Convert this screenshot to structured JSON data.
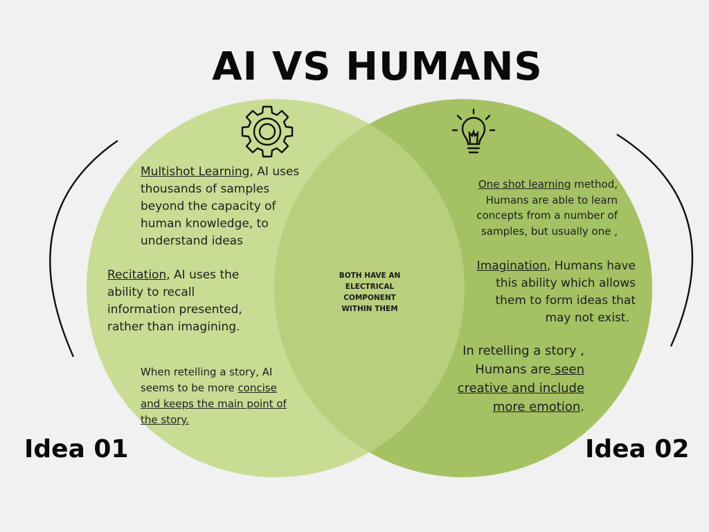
{
  "title": "AI VS HUMANS",
  "colors": {
    "left_circle": "#c8dc94",
    "right_circle": "#a4c164",
    "overlap": "#b8cf7e",
    "background": "#f0f1f0",
    "text": "#1e1e1e"
  },
  "left": {
    "idea_label": "Idea 01",
    "icon": "gear-icon",
    "multishot": {
      "term": "Multishot Learning",
      "rest_l1": ", AI uses",
      "l2": "thousands of samples",
      "l3": "beyond the capacity of",
      "l4": "human knowledge, to",
      "l5": "understand ideas"
    },
    "recitation": {
      "term": "Recitation",
      "rest_l1": ", AI uses the",
      "l2": "ability to recall",
      "l3": "information presented,",
      "l4": "rather than imagining."
    },
    "retelling": {
      "l1": "When retelling a story, AI",
      "l2_plain": "seems to be more ",
      "l2_u": "concise",
      "l3": "and keeps the main point of",
      "l4": "the story."
    }
  },
  "right": {
    "idea_label": "Idea 02",
    "icon": "lightbulb-icon",
    "oneshot": {
      "term": "One shot learning",
      "rest_l1": " method,",
      "l2": "Humans are able to learn",
      "l3": "concepts from a number of",
      "l4": "samples, but usually one ,"
    },
    "imagination": {
      "term": "Imagination",
      "rest_l1": ", Humans have",
      "l2": "this ability which allows",
      "l3": "them to form ideas that",
      "l4": "may not exist."
    },
    "retelling": {
      "l1": "In retelling a story ,",
      "l2_plain": "Humans  are",
      "l2_u": " seen",
      "l3": "creative and include",
      "l4": "more emotion",
      "l4_end": "."
    }
  },
  "overlap_text": {
    "l1": "BOTH HAVE AN",
    "l2": "ELECTRICAL",
    "l3": "COMPONENT",
    "l4": "WITHIN THEM"
  }
}
